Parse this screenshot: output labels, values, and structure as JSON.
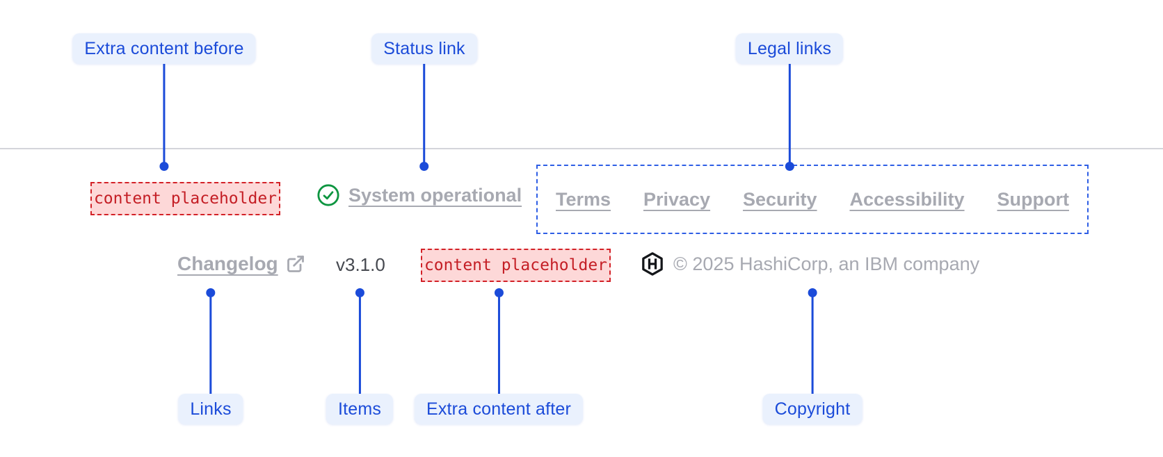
{
  "colors": {
    "accent_blue": "#1b4bd9",
    "callout_label_bg": "#eaf1fd",
    "divider_gray": "#d4d5da",
    "faded_link_gray": "#a7a9b1",
    "version_gray": "#45484f",
    "placeholder_red_text": "#c41e25",
    "placeholder_red_border": "#d32127",
    "placeholder_pink_bg": "#fdd8d8",
    "status_green": "#0d9540",
    "legal_box_border_blue": "#2e5ee5",
    "logo_black": "#14161a"
  },
  "annotations": {
    "top": [
      {
        "label": "Extra content before"
      },
      {
        "label": "Status link"
      },
      {
        "label": "Legal links"
      }
    ],
    "bottom": [
      {
        "label": "Links"
      },
      {
        "label": "Items"
      },
      {
        "label": "Extra content after"
      },
      {
        "label": "Copyright"
      }
    ]
  },
  "footer": {
    "extra_content_before": "content placeholder",
    "status_link": {
      "icon": "check-circle-icon",
      "label": "System operational"
    },
    "legal_links": [
      "Terms",
      "Privacy",
      "Security",
      "Accessibility",
      "Support"
    ],
    "links": [
      {
        "label": "Changelog",
        "icon": "external-link-icon"
      }
    ],
    "items": [
      {
        "label": "v3.1.0"
      }
    ],
    "extra_content_after": "content placeholder",
    "copyright": {
      "icon": "hashicorp-logo",
      "label": "© 2025 HashiCorp, an IBM company"
    }
  }
}
